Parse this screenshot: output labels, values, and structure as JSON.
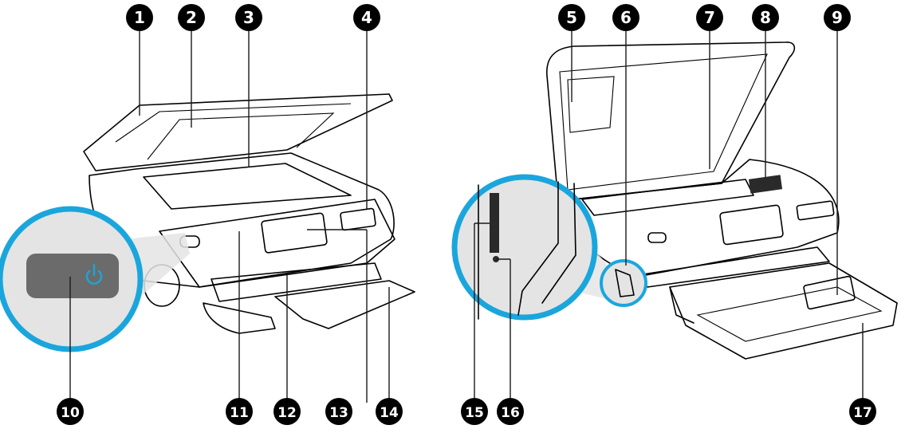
{
  "callouts": [
    {
      "id": "1",
      "label": "1"
    },
    {
      "id": "2",
      "label": "2"
    },
    {
      "id": "3",
      "label": "3"
    },
    {
      "id": "4",
      "label": "4"
    },
    {
      "id": "5",
      "label": "5"
    },
    {
      "id": "6",
      "label": "6"
    },
    {
      "id": "7",
      "label": "7"
    },
    {
      "id": "8",
      "label": "8"
    },
    {
      "id": "9",
      "label": "9"
    },
    {
      "id": "10",
      "label": "10"
    },
    {
      "id": "11",
      "label": "11"
    },
    {
      "id": "12",
      "label": "12"
    },
    {
      "id": "13",
      "label": "13"
    },
    {
      "id": "14",
      "label": "14"
    },
    {
      "id": "15",
      "label": "15"
    },
    {
      "id": "16",
      "label": "16"
    },
    {
      "id": "17",
      "label": "17"
    }
  ],
  "colors": {
    "badge": "#000000",
    "magnifier_ring": "#1aa6dc",
    "magnifier_fill": "#e4e4e4",
    "button": "#6b6b6b",
    "power_icon": "#1aa6dc"
  },
  "icons": {
    "power": "power-icon"
  }
}
